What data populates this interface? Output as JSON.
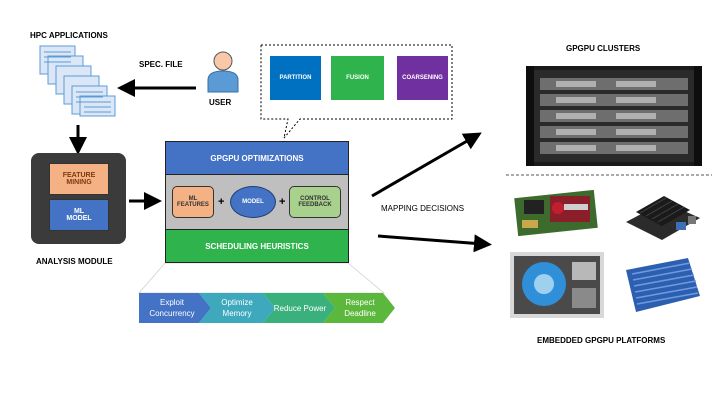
{
  "hpc": {
    "title": "HPC APPLICATIONS",
    "spec_file": "SPEC. FILE",
    "user": "USER"
  },
  "analysis": {
    "feature_mining": "FEATURE MINING",
    "ml_model": "ML MODEL",
    "label": "ANALYSIS MODULE"
  },
  "callout": {
    "partition": "PARTITION",
    "fusion": "FUSION",
    "coarsening": "COARSENING"
  },
  "center": {
    "optimizations": "GPGPU OPTIMIZATIONS",
    "ml_features": "ML FEATURES",
    "model": "MODEL",
    "control_feedback": "CONTROL FEEDBACK",
    "plus": "+",
    "scheduling": "SCHEDULING HEURISTICS"
  },
  "goals": [
    {
      "label": "Exploit Concurrency",
      "color": "#4472c4"
    },
    {
      "label": "Optimize Memory",
      "color": "#3ea8bd"
    },
    {
      "label": "Reduce Power",
      "color": "#3ab07c"
    },
    {
      "label": "Respect Deadline",
      "color": "#5cb83c"
    }
  ],
  "mapping": "MAPPING DECISIONS",
  "right": {
    "clusters": "GPGPU CLUSTERS",
    "embedded": "EMBEDDED GPGPU PLATFORMS"
  },
  "colors": {
    "blue": "#4472c4",
    "orange": "#f4b183",
    "green": "#2fb34c",
    "gray": "#bfbfbf",
    "dark": "#3b3b3b",
    "purple": "#7030a0",
    "partition_blue": "#0070c0"
  }
}
